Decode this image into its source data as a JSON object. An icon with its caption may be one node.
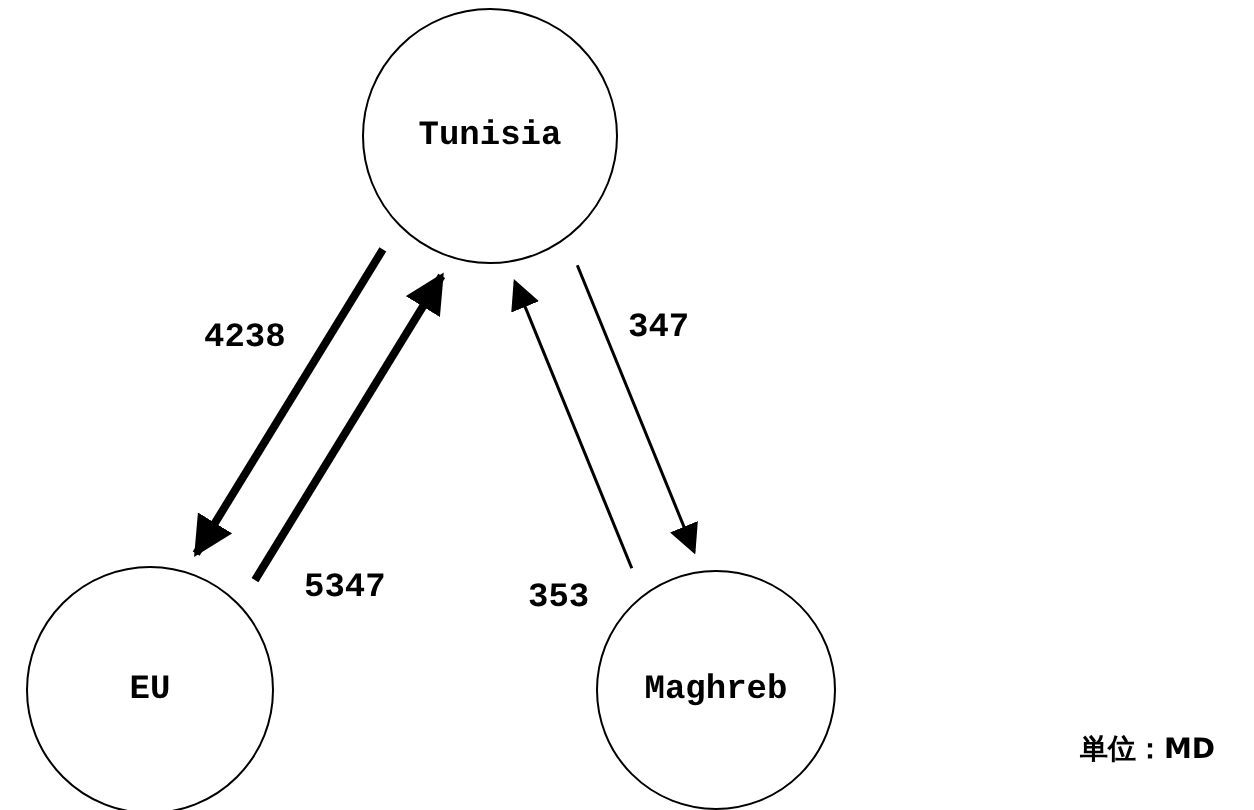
{
  "diagram": {
    "nodes": [
      {
        "text": [
          "Tunisia"
        ]
      },
      {
        "text": [
          "EU"
        ]
      },
      {
        "text": [
          "Maghreb"
        ]
      }
    ],
    "edges": [
      {
        "from": 0,
        "to": 1,
        "arrow": "to",
        "label": "4238",
        "style": "thick"
      },
      {
        "from": 1,
        "to": 0,
        "arrow": "to",
        "label": "5347",
        "style": "thick"
      },
      {
        "from": 0,
        "to": 2,
        "arrow": "to",
        "label": "347"
      },
      {
        "from": 2,
        "to": 0,
        "arrow": "to",
        "label": "353"
      }
    ],
    "labels": [
      "単位：MD"
    ]
  }
}
